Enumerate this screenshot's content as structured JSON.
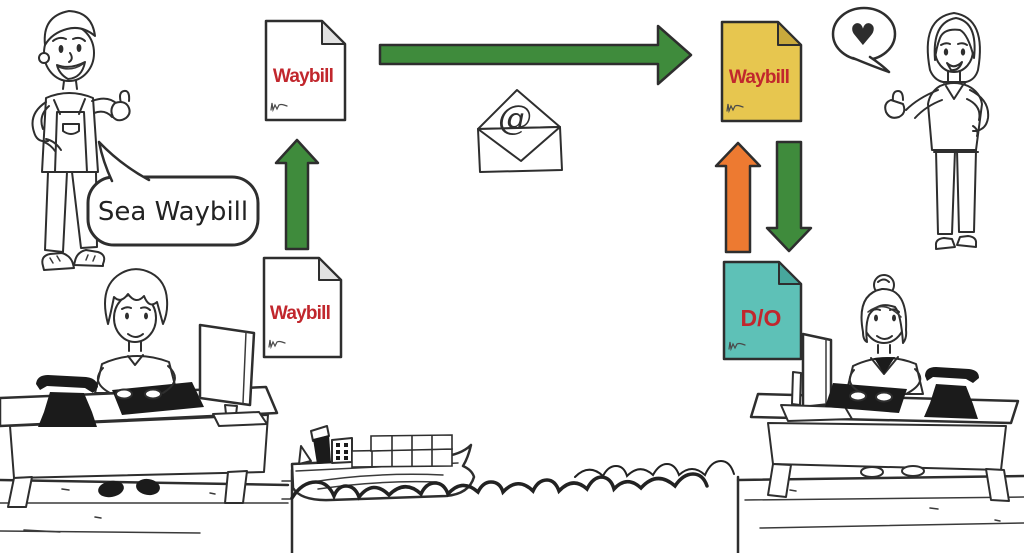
{
  "illustration": {
    "speech_bubble_left": {
      "text": "Sea Waybill"
    },
    "speech_bubble_right": {
      "symbol": "♥"
    },
    "documents": {
      "shipper_top": {
        "label": "Waybill"
      },
      "shipper_bottom": {
        "label": "Waybill"
      },
      "consignee": {
        "label": "Waybill"
      },
      "delivery_order": {
        "label": "D/O"
      }
    },
    "email": {
      "symbol": "@"
    }
  },
  "colors": {
    "green": "#3f8b3c",
    "orange": "#ed7a31",
    "document_yellow": "#e7c64f",
    "document_teal": "#5ec1b7",
    "label_red": "#c1272d",
    "ink": "#2e2e2e"
  }
}
